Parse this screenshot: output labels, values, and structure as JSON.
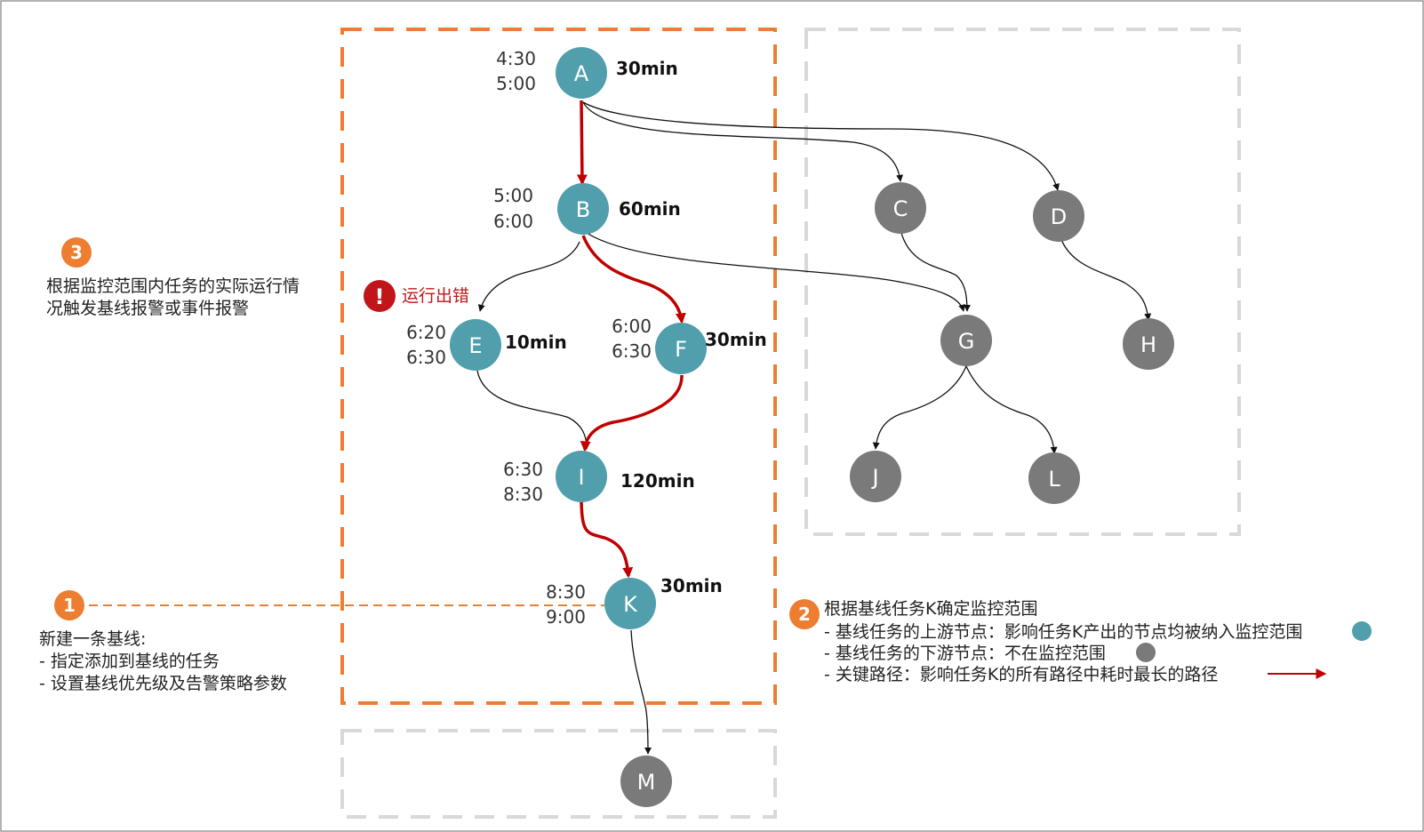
{
  "colors": {
    "teal": "#519ead",
    "gray": "#7a7a7a",
    "critical": "#c00000",
    "orange": "#ed7d31",
    "border_gray": "#d9d9d9",
    "error_red": "#c0161b"
  },
  "nodes": {
    "A": {
      "label": "A",
      "start": "4:30",
      "end": "5:00",
      "duration": "30min"
    },
    "B": {
      "label": "B",
      "start": "5:00",
      "end": "6:00",
      "duration": "60min"
    },
    "C": {
      "label": "C"
    },
    "D": {
      "label": "D"
    },
    "E": {
      "label": "E",
      "start": "6:20",
      "end": "6:30",
      "duration": "10min"
    },
    "F": {
      "label": "F",
      "start": "6:00",
      "end": "6:30",
      "duration": "30min"
    },
    "G": {
      "label": "G"
    },
    "H": {
      "label": "H"
    },
    "I": {
      "label": "I",
      "start": "6:30",
      "end": "8:30",
      "duration": "120min"
    },
    "J": {
      "label": "J"
    },
    "K": {
      "label": "K",
      "start": "8:30",
      "end": "9:00",
      "duration": "30min"
    },
    "L": {
      "label": "L"
    },
    "M": {
      "label": "M"
    }
  },
  "error": {
    "icon": "!",
    "text": "运行出错"
  },
  "note1": {
    "number": "1",
    "title": "新建一条基线:",
    "items": [
      "- 指定添加到基线的任务",
      "- 设置基线优先级及告警策略参数"
    ]
  },
  "note2": {
    "number": "2",
    "title": "根据基线任务K确定监控范围",
    "items": [
      "- 基线任务的上游节点：影响任务K产出的节点均被纳入监控范围",
      "- 基线任务的下游节点：不在监控范围",
      "- 关键路径：影响任务K的所有路径中耗时最长的路径"
    ]
  },
  "note3": {
    "number": "3",
    "lines": [
      "根据监控范围内任务的实际运行情",
      "况触发基线报警或事件报警"
    ]
  }
}
